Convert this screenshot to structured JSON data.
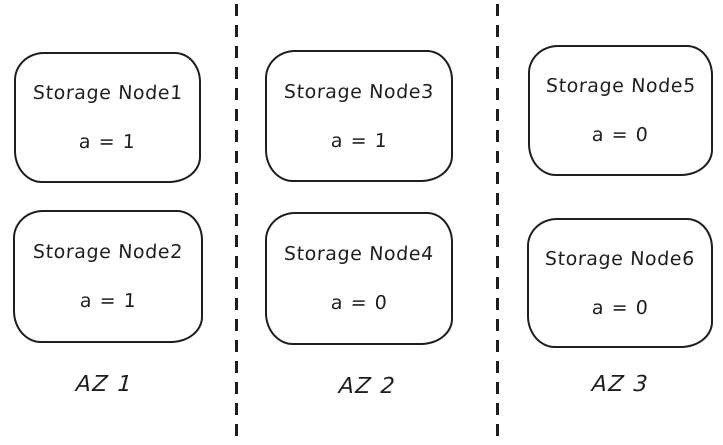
{
  "diagram": {
    "title": "storage-nodes-availability-zones",
    "colors": {
      "stroke": "#1e1e1e",
      "background": "#ffffff"
    },
    "zones": [
      {
        "label": "AZ 1",
        "nodes": [
          {
            "title": "Storage Node1",
            "value": "a = 1"
          },
          {
            "title": "Storage Node2",
            "value": "a = 1"
          }
        ]
      },
      {
        "label": "AZ 2",
        "nodes": [
          {
            "title": "Storage Node3",
            "value": "a = 1"
          },
          {
            "title": "Storage Node4",
            "value": "a = 0"
          }
        ]
      },
      {
        "label": "AZ 3",
        "nodes": [
          {
            "title": "Storage Node5",
            "value": "a = 0"
          },
          {
            "title": "Storage Node6",
            "value": "a = 0"
          }
        ]
      }
    ]
  }
}
